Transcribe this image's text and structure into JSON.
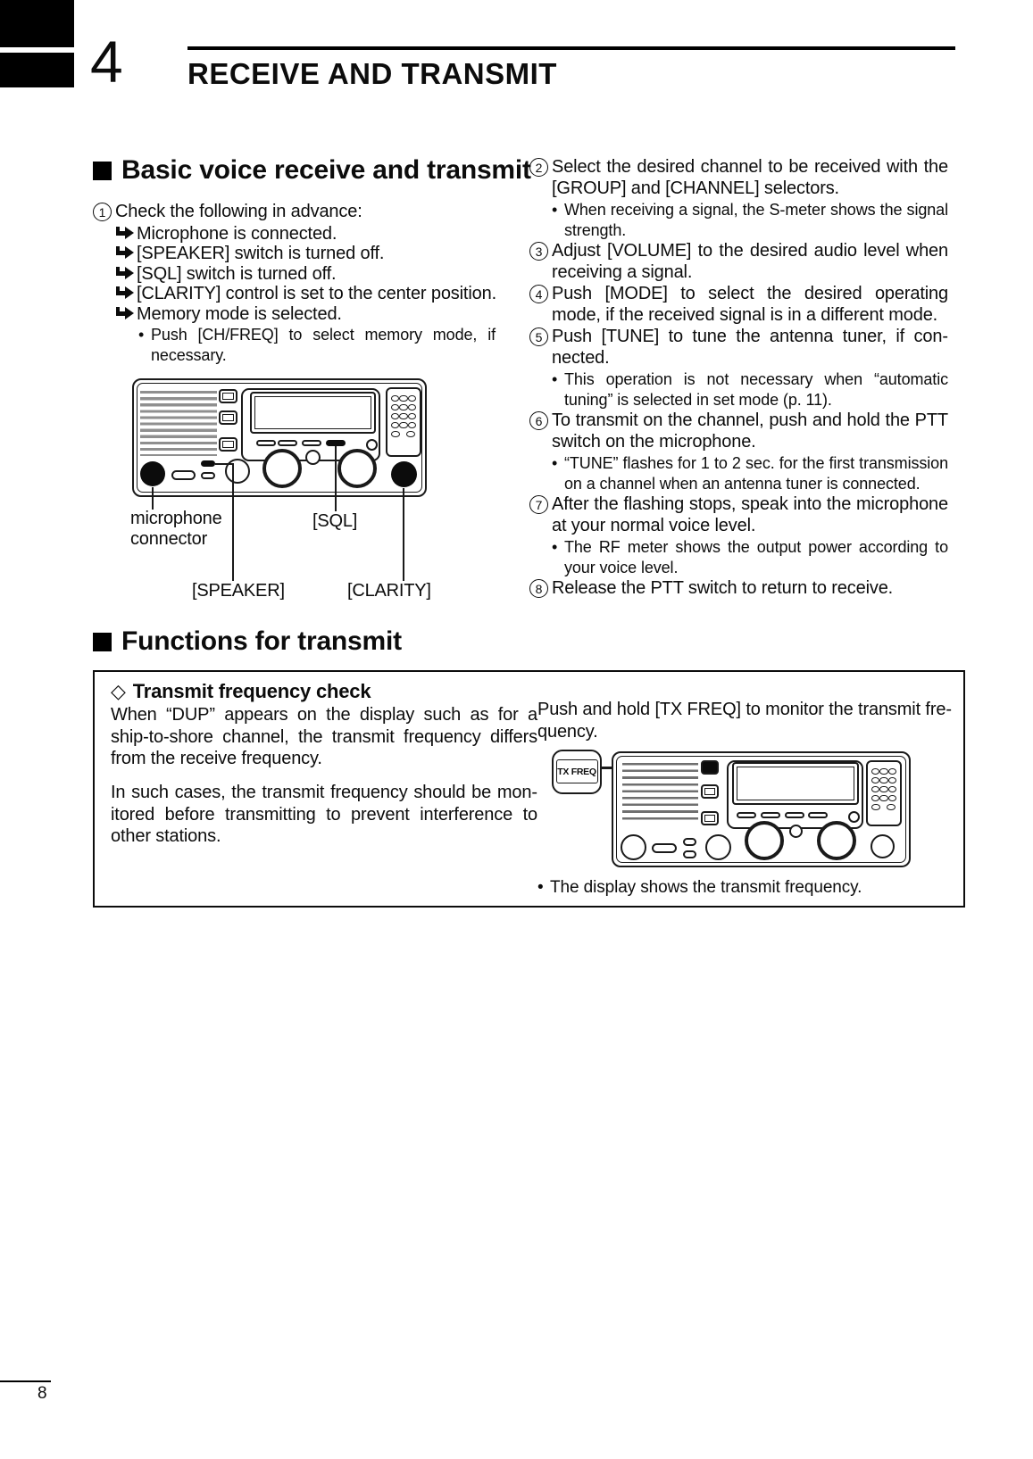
{
  "glyphs": {
    "bullet": "•",
    "diamond": "◇"
  },
  "header": {
    "chapter_number": "4",
    "chapter_title": "RECEIVE AND TRANSMIT"
  },
  "basic": {
    "heading": "Basic voice receive and transmit",
    "step1": {
      "num": "1",
      "text": "Check the following in advance:"
    },
    "checks": [
      "Microphone is connected.",
      "[SPEAKER] switch is turned off.",
      "[SQL] switch is turned off.",
      "[CLARITY] control is set to the center position.",
      "Memory mode is selected."
    ],
    "check_note": "Push [CH/FREQ] to select memory mode, if neces­sary.",
    "fig1_labels": {
      "mic_line1": "microphone",
      "mic_line2": "connector",
      "sql": "[SQL]",
      "speaker": "[SPEAKER]",
      "clarity": "[CLARITY]"
    },
    "right": [
      {
        "type": "step",
        "num": "2",
        "text": "Select the desired channel to be received with the [GROUP] and [CHANNEL] selectors."
      },
      {
        "type": "bullet",
        "text": "When receiving a signal, the S-meter shows the signal strength."
      },
      {
        "type": "step",
        "num": "3",
        "text": "Adjust [VOLUME] to the desired audio level when receiving a signal."
      },
      {
        "type": "step",
        "num": "4",
        "text": "Push [MODE] to select the desired operating mode, if the received signal is in a different mode."
      },
      {
        "type": "step",
        "num": "5",
        "text": "Push [TUNE] to tune the antenna tuner, if con­nected."
      },
      {
        "type": "bullet",
        "text": "This operation is not necessary when “automatic tuning” is selected in set mode (p. 11)."
      },
      {
        "type": "step",
        "num": "6",
        "text": "To transmit on the channel, push and hold the PTT switch on the microphone."
      },
      {
        "type": "bullet",
        "text": "“TUNE” flashes for 1 to 2 sec. for the first transmission on a channel when an antenna tuner is connected."
      },
      {
        "type": "step",
        "num": "7",
        "text": "After the flashing stops, speak into the microphone at your normal voice level."
      },
      {
        "type": "bullet",
        "text": "The RF meter shows the output power according to your voice level."
      },
      {
        "type": "step",
        "num": "8",
        "text": "Release the PTT switch to return to receive."
      }
    ]
  },
  "functions": {
    "heading": "Functions for transmit",
    "box": {
      "subheading": "Transmit frequency check",
      "para1": "When “DUP” appears on the display such as for a ship-to-shore channel, the transmit frequency differs from the receive frequency.",
      "para2": "In such cases, the transmit frequency should be mon­itored before transmitting to prevent interference to other stations.",
      "instruction": "Push and hold [TX FREQ] to monitor the transmit fre­quency.",
      "tx_freq_label": "TX FREQ",
      "result_bullet": "The display shows the transmit frequency."
    }
  },
  "footer": {
    "page_number": "8"
  }
}
